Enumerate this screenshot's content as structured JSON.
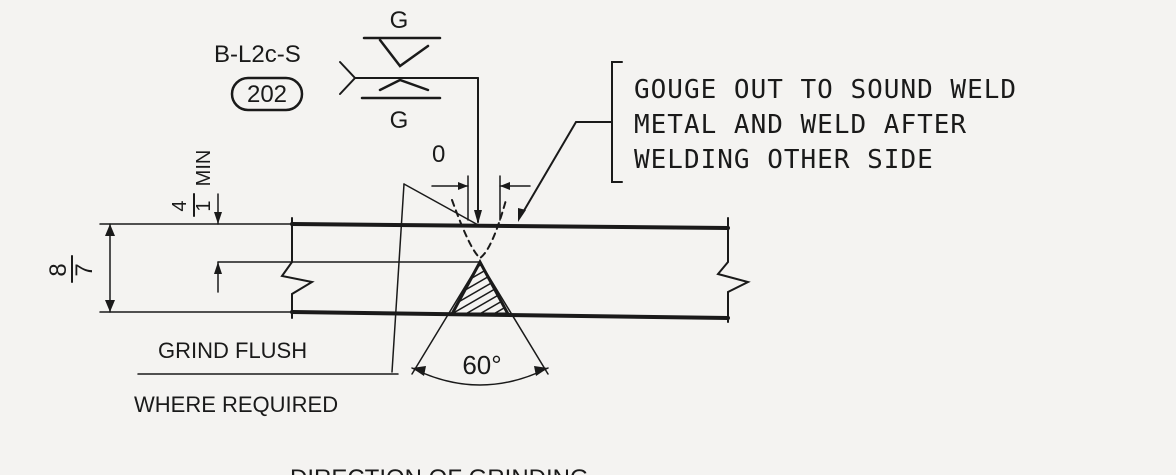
{
  "weld_symbol": {
    "designation": "B-L2c-S",
    "reference_number": "202",
    "arrow_side_finish": "G",
    "other_side_finish": "G"
  },
  "note": {
    "line1": "GOUGE OUT TO SOUND WELD",
    "line2": "METAL AND WELD AFTER",
    "line3": "WELDING OTHER SIDE"
  },
  "dimensions": {
    "root_opening": "0",
    "offset_numerator": "1",
    "offset_denominator": "4",
    "offset_qualifier": "MIN",
    "thickness_numerator": "7",
    "thickness_denominator": "8",
    "groove_angle": "60°"
  },
  "labels": {
    "grind_line1": "GRIND FLUSH",
    "grind_line2": "WHERE REQUIRED",
    "direction": "DIRECTION OF GRINDING"
  },
  "colors": {
    "ink": "#1a1a1a",
    "paper": "#f4f3f1"
  }
}
